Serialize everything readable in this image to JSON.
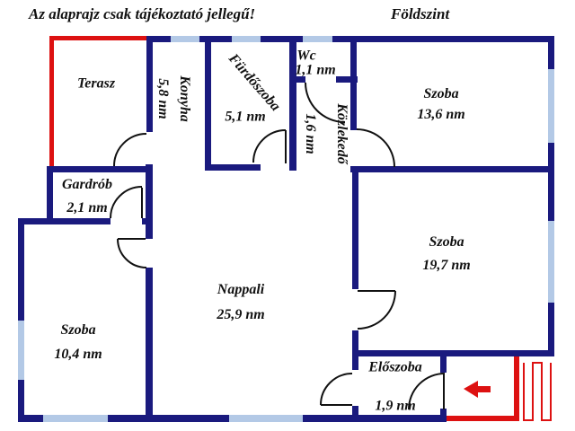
{
  "title": "Az alaprajz csak tájékoztató jellegű!",
  "floor_label": "Földszint",
  "colors": {
    "wall": "#1a1a7e",
    "window": "#b3c9e6",
    "accent": "#dd1111",
    "text": "#111111",
    "bg": "#ffffff"
  },
  "rooms": {
    "terasz": {
      "name": "Terasz"
    },
    "konyha": {
      "name": "Konyha",
      "area": "5,8 nm"
    },
    "furdoszoba": {
      "name": "Fürdőszoba",
      "area": "5,1 nm"
    },
    "wc": {
      "name": "Wc",
      "area": "1,1 nm"
    },
    "kozlekedo": {
      "name": "Közlekedő",
      "area": "1,6 nm"
    },
    "szoba_felso": {
      "name": "Szoba",
      "area": "13,6 nm"
    },
    "gardrob": {
      "name": "Gardrób",
      "area": "2,1 nm"
    },
    "szoba_jobb": {
      "name": "Szoba",
      "area": "19,7 nm"
    },
    "nappali": {
      "name": "Nappali",
      "area": "25,9 nm"
    },
    "szoba_bal": {
      "name": "Szoba",
      "area": "10,4 nm"
    },
    "eloszoba": {
      "name": "Előszoba",
      "area": "1,9 nm"
    }
  }
}
